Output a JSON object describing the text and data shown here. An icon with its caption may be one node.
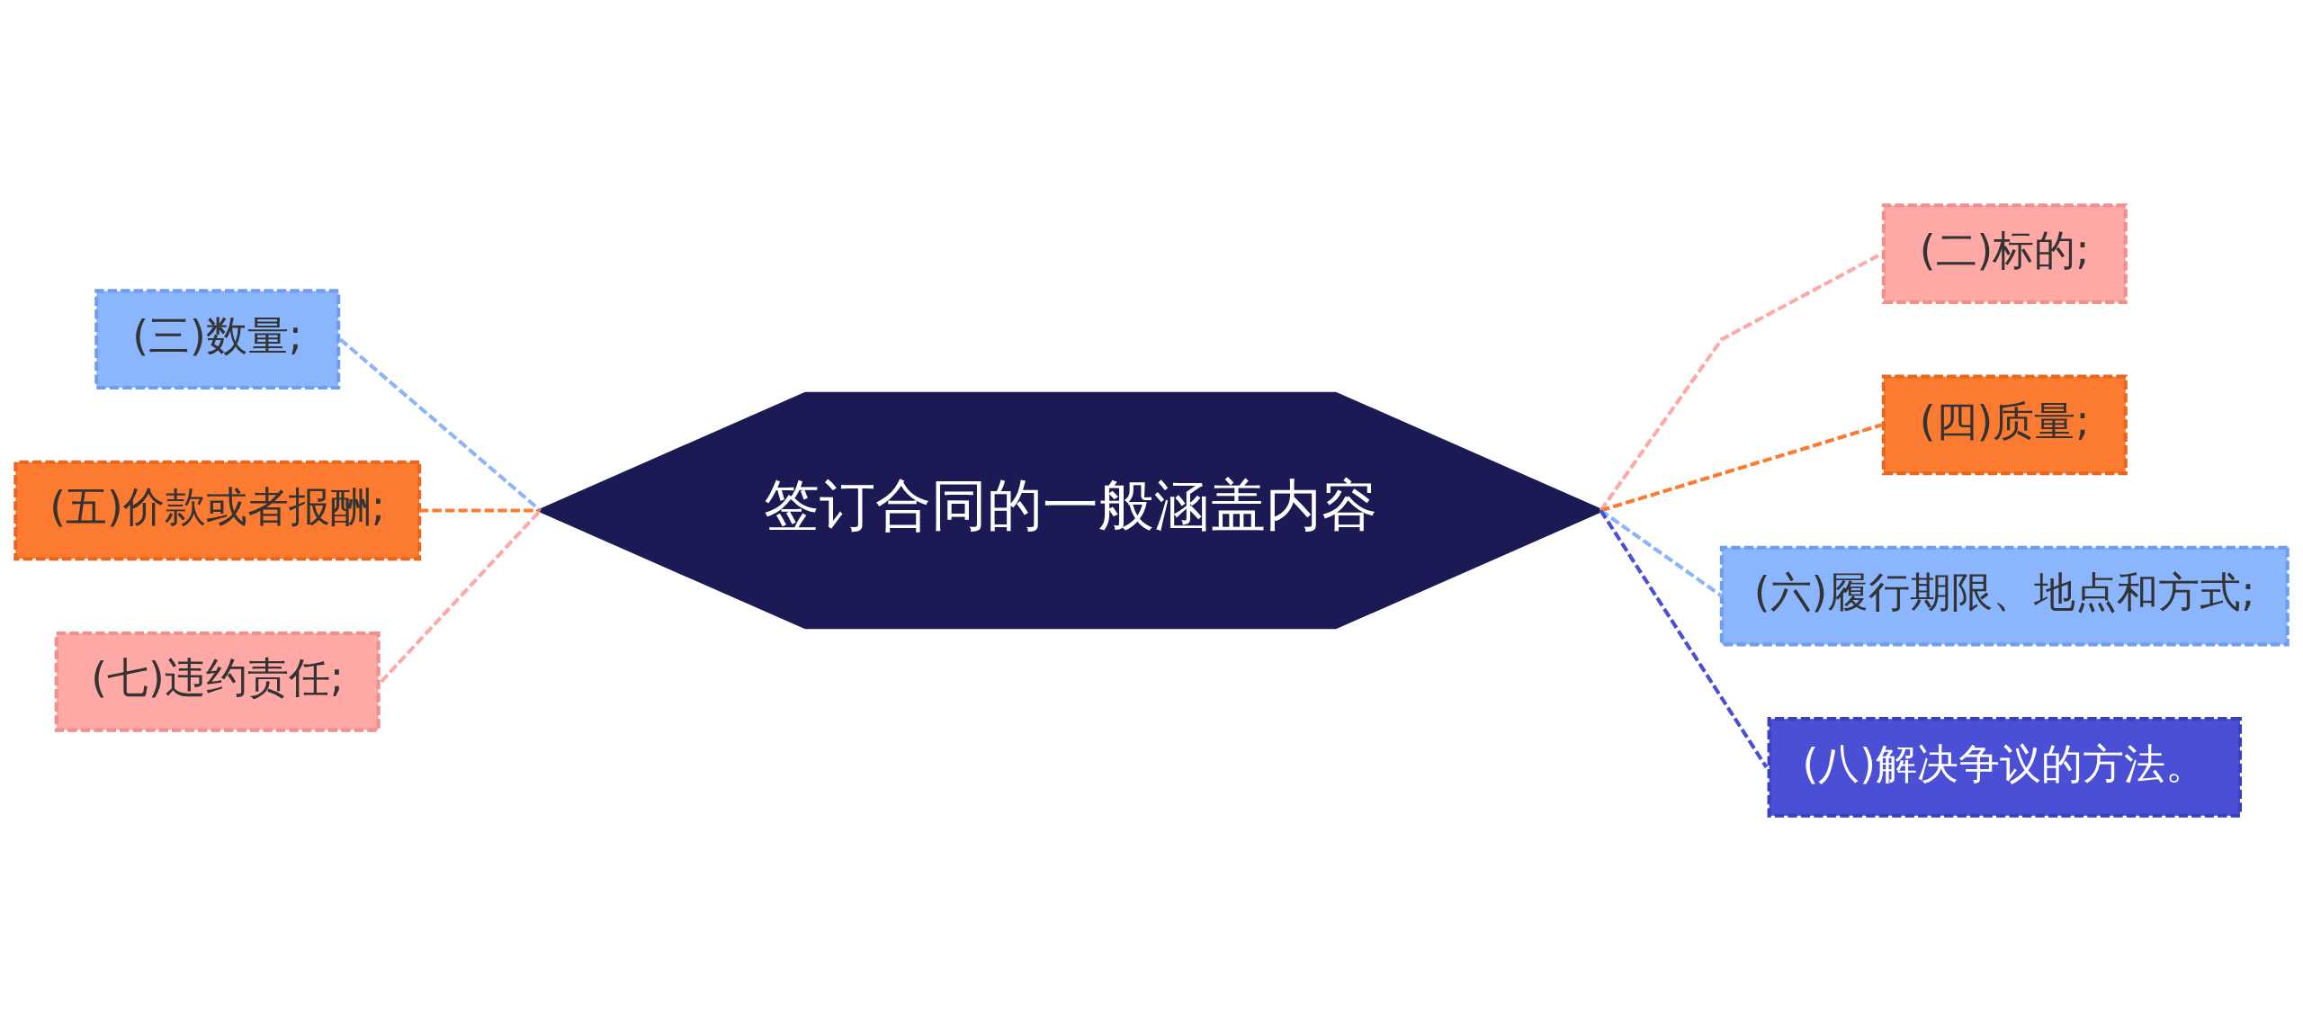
{
  "diagram": {
    "nodes": [
      {
        "text": [
          "签订合同的一般涵盖内容"
        ]
      },
      {
        "text": [
          "(二)标的;"
        ]
      },
      {
        "text": [
          "(三)数量;"
        ]
      },
      {
        "text": [
          "(四)质量;"
        ]
      },
      {
        "text": [
          "(五)价款或者报酬;"
        ]
      },
      {
        "text": [
          "(六)履行期限、地点和方式;"
        ]
      },
      {
        "text": [
          "(七)违约责任;"
        ]
      },
      {
        "text": [
          "(八)解决争议的方法。"
        ]
      }
    ],
    "edges": [
      {
        "from": 0,
        "to": 1,
        "arrow": "none",
        "style": "dashed",
        "color": "#fea9a6"
      },
      {
        "from": 2,
        "to": 0,
        "arrow": "none",
        "style": "dashed",
        "color": "#8bb5fc"
      },
      {
        "from": 0,
        "to": 3,
        "arrow": "none",
        "style": "dashed",
        "color": "#fd7a31"
      },
      {
        "from": 4,
        "to": 0,
        "arrow": "none",
        "style": "dashed",
        "color": "#fd7a31"
      },
      {
        "from": 0,
        "to": 5,
        "arrow": "none",
        "style": "dashed",
        "color": "#8bb5fc"
      },
      {
        "from": 6,
        "to": 0,
        "arrow": "none",
        "style": "dashed",
        "color": "#fea9a6"
      },
      {
        "from": 0,
        "to": 7,
        "arrow": "none",
        "style": "dashed",
        "color": "#4a4fd6"
      }
    ]
  }
}
